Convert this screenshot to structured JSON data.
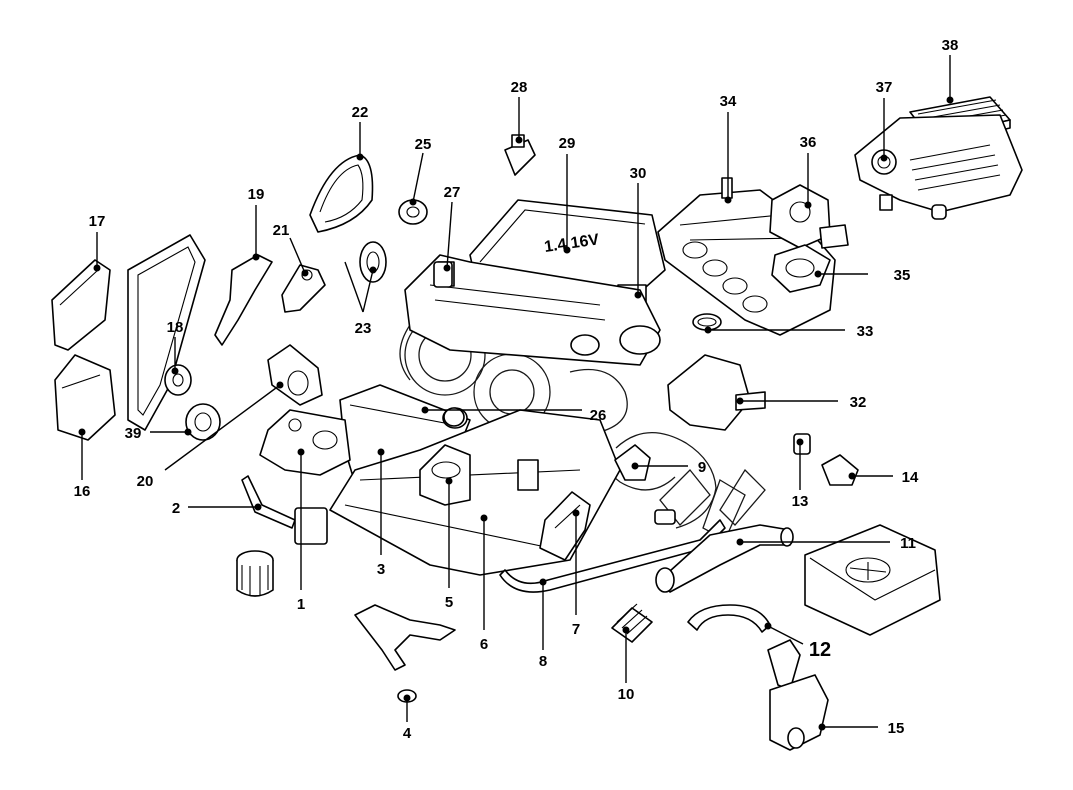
{
  "diagram": {
    "cover_text": "1.4 16V",
    "callouts": [
      {
        "id": "c1",
        "label": "1"
      },
      {
        "id": "c2",
        "label": "2"
      },
      {
        "id": "c3",
        "label": "3"
      },
      {
        "id": "c4",
        "label": "4"
      },
      {
        "id": "c5",
        "label": "5"
      },
      {
        "id": "c6",
        "label": "6"
      },
      {
        "id": "c7",
        "label": "7"
      },
      {
        "id": "c8",
        "label": "8"
      },
      {
        "id": "c9",
        "label": "9"
      },
      {
        "id": "c10",
        "label": "10"
      },
      {
        "id": "c11",
        "label": "11"
      },
      {
        "id": "c12",
        "label": "12"
      },
      {
        "id": "c13",
        "label": "13"
      },
      {
        "id": "c14",
        "label": "14"
      },
      {
        "id": "c15",
        "label": "15"
      },
      {
        "id": "c16",
        "label": "16"
      },
      {
        "id": "c17",
        "label": "17"
      },
      {
        "id": "c18",
        "label": "18"
      },
      {
        "id": "c19",
        "label": "19"
      },
      {
        "id": "c20",
        "label": "20"
      },
      {
        "id": "c21",
        "label": "21"
      },
      {
        "id": "c22",
        "label": "22"
      },
      {
        "id": "c23",
        "label": "23"
      },
      {
        "id": "c25",
        "label": "25"
      },
      {
        "id": "c26",
        "label": "26"
      },
      {
        "id": "c27",
        "label": "27"
      },
      {
        "id": "c28",
        "label": "28"
      },
      {
        "id": "c29",
        "label": "29"
      },
      {
        "id": "c30",
        "label": "30"
      },
      {
        "id": "c32",
        "label": "32"
      },
      {
        "id": "c33",
        "label": "33"
      },
      {
        "id": "c34",
        "label": "34"
      },
      {
        "id": "c35",
        "label": "35"
      },
      {
        "id": "c36",
        "label": "36"
      },
      {
        "id": "c37",
        "label": "37"
      },
      {
        "id": "c38",
        "label": "38"
      },
      {
        "id": "c39",
        "label": "39"
      }
    ]
  }
}
